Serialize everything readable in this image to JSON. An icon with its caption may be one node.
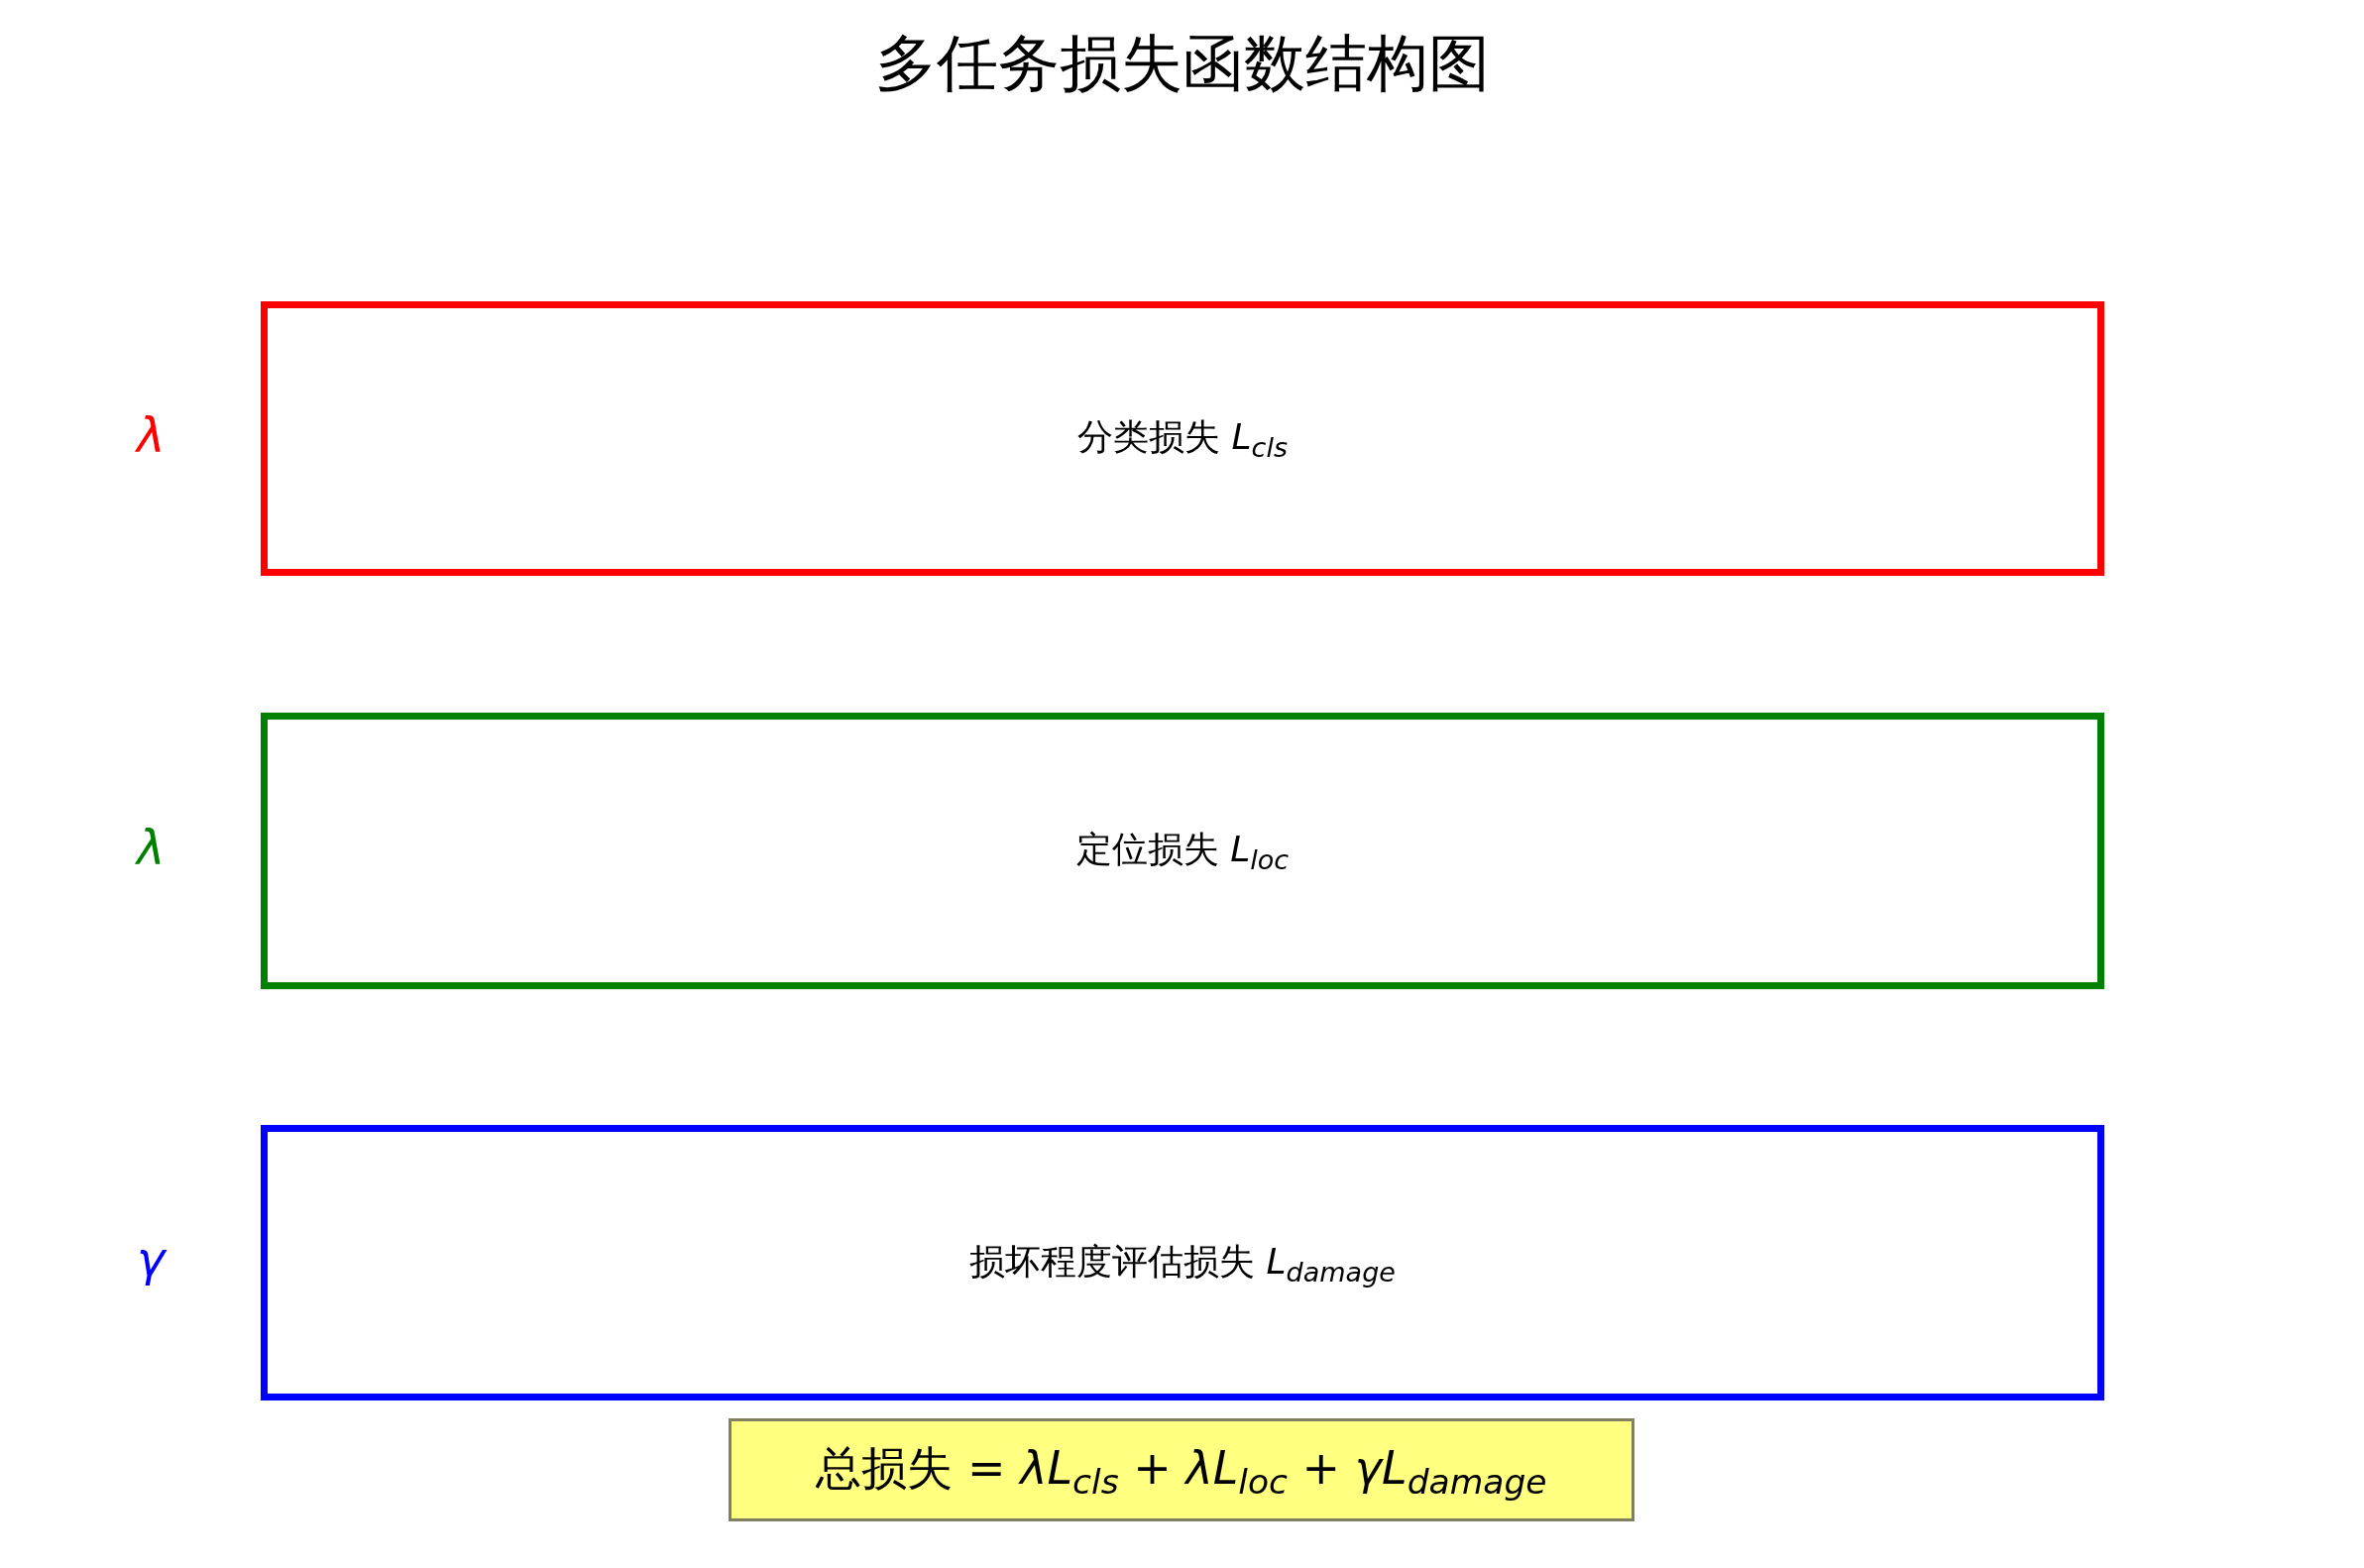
{
  "diagram": {
    "title": "多任务损失函数结构图",
    "nodes": [
      {
        "text": [
          "分类损失 *L*$_{cls}$"
        ],
        "beside": [
          "λ"
        ]
      },
      {
        "text": [
          "定位损失 *L*$_{loc}$"
        ],
        "beside": [
          "λ"
        ]
      },
      {
        "text": [
          "损坏程度评估损失 *L*$_{damage}$"
        ],
        "beside": [
          "γ"
        ]
      },
      {
        "text": [
          "总损失 = *λL*$_{cls}$ + *λL*$_{loc}$ + *γL*$_{damage}$"
        ]
      }
    ]
  }
}
